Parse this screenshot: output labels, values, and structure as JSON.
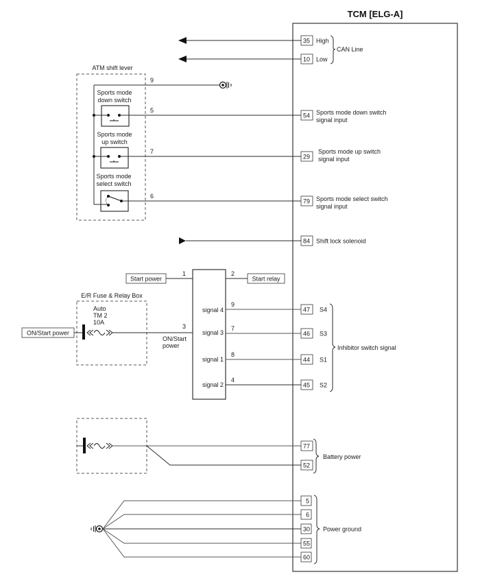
{
  "title": "TCM [ELG-A]",
  "can": {
    "group_label": "CAN Line",
    "pins": [
      {
        "pin": "35",
        "label": "High"
      },
      {
        "pin": "10",
        "label": "Low"
      }
    ]
  },
  "shift_lever": {
    "label": "ATM shift lever",
    "ground_wire": "9",
    "switches": [
      {
        "name_line1": "Sports mode",
        "name_line2": "down switch",
        "wire": "5",
        "pin": "54",
        "signal_line1": "Sports mode down switch",
        "signal_line2": "signal input"
      },
      {
        "name_line1": "Sports mode",
        "name_line2": "up switch",
        "wire": "7",
        "pin": "29",
        "signal_line1": "Sports mode up switch",
        "signal_line2": "signal input"
      },
      {
        "name_line1": "Sports mode",
        "name_line2": "select switch",
        "wire": "6",
        "pin": "79",
        "signal_line1": "Sports mode select switch",
        "signal_line2": "signal input"
      }
    ]
  },
  "shift_lock": {
    "pin": "84",
    "label": "Shift lock solenoid"
  },
  "inhibitor": {
    "start_power_label": "Start power",
    "start_power_wire": "1",
    "start_relay_label": "Start relay",
    "start_relay_wire": "2",
    "on_start_wire": "3",
    "on_start_line1": "ON/Start",
    "on_start_line2": "power",
    "group_label": "Inhibitor switch signal",
    "signals": [
      {
        "label": "signal 4",
        "wire": "9",
        "pin": "47",
        "name": "S4"
      },
      {
        "label": "signal 3",
        "wire": "7",
        "pin": "46",
        "name": "S3"
      },
      {
        "label": "signal 1",
        "wire": "8",
        "pin": "44",
        "name": "S1"
      },
      {
        "label": "signal 2",
        "wire": "4",
        "pin": "45",
        "name": "S2"
      }
    ]
  },
  "fuse_box": {
    "label": "E/R Fuse & Relay Box",
    "fuse_line1": "Auto",
    "fuse_line2": "TM 2",
    "fuse_line3": "10A",
    "source_label": "ON/Start power"
  },
  "battery": {
    "group_label": "Battery power",
    "pins": [
      "77",
      "52"
    ]
  },
  "ground": {
    "group_label": "Power ground",
    "pins": [
      "5",
      "6",
      "30",
      "55",
      "60"
    ]
  }
}
